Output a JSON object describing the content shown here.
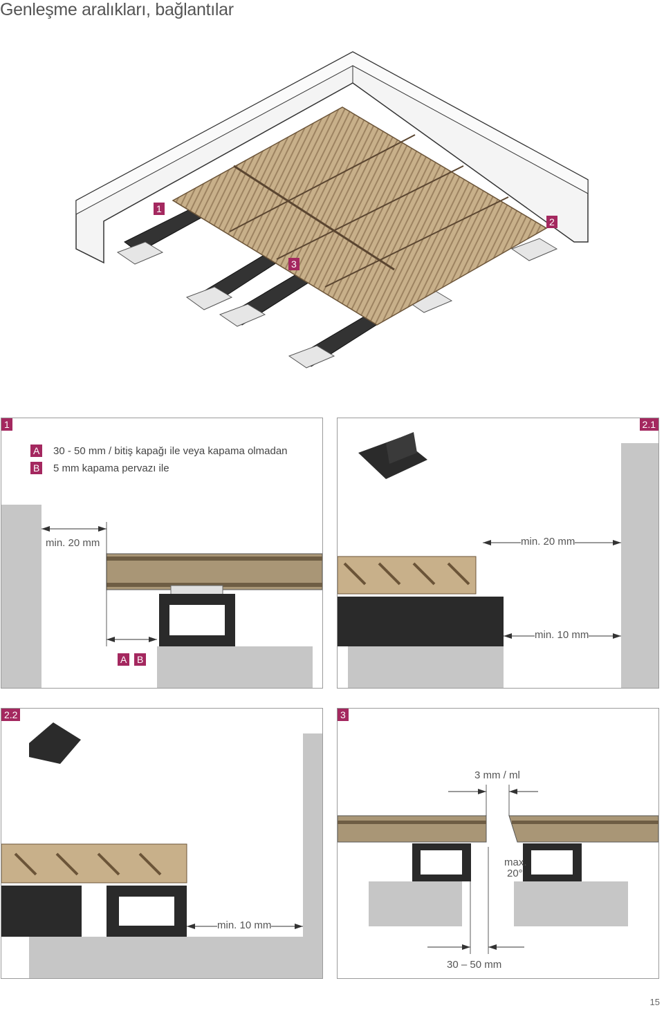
{
  "page": {
    "title": "Genleşme aralıkları, bağlantılar",
    "page_number": "15"
  },
  "overview": {
    "label_1": "1",
    "label_2": "2",
    "label_3": "3"
  },
  "panel1": {
    "badge": "1",
    "items": [
      {
        "key": "A",
        "text": "30 - 50 mm / bitiş kapağı ile veya kapama olmadan"
      },
      {
        "key": "B",
        "text": "5 mm kapama pervazı ile"
      }
    ],
    "dim_min": "min. 20 mm",
    "marker_a": "A",
    "marker_b": "B"
  },
  "panel21": {
    "badge": "2.1",
    "dim_top": "min. 20 mm",
    "dim_bottom": "min. 10 mm"
  },
  "panel22": {
    "badge": "2.2",
    "dim": "min. 10 mm"
  },
  "panel3": {
    "badge": "3",
    "dim_gap": "3 mm / ml",
    "dim_angle_1": "max.",
    "dim_angle_2": "20°",
    "dim_span": "30 – 50 mm"
  },
  "colors": {
    "accent": "#a4285f",
    "wood": "#b49a76",
    "joist": "#2e2e2e",
    "concrete": "#c9c9c9"
  }
}
